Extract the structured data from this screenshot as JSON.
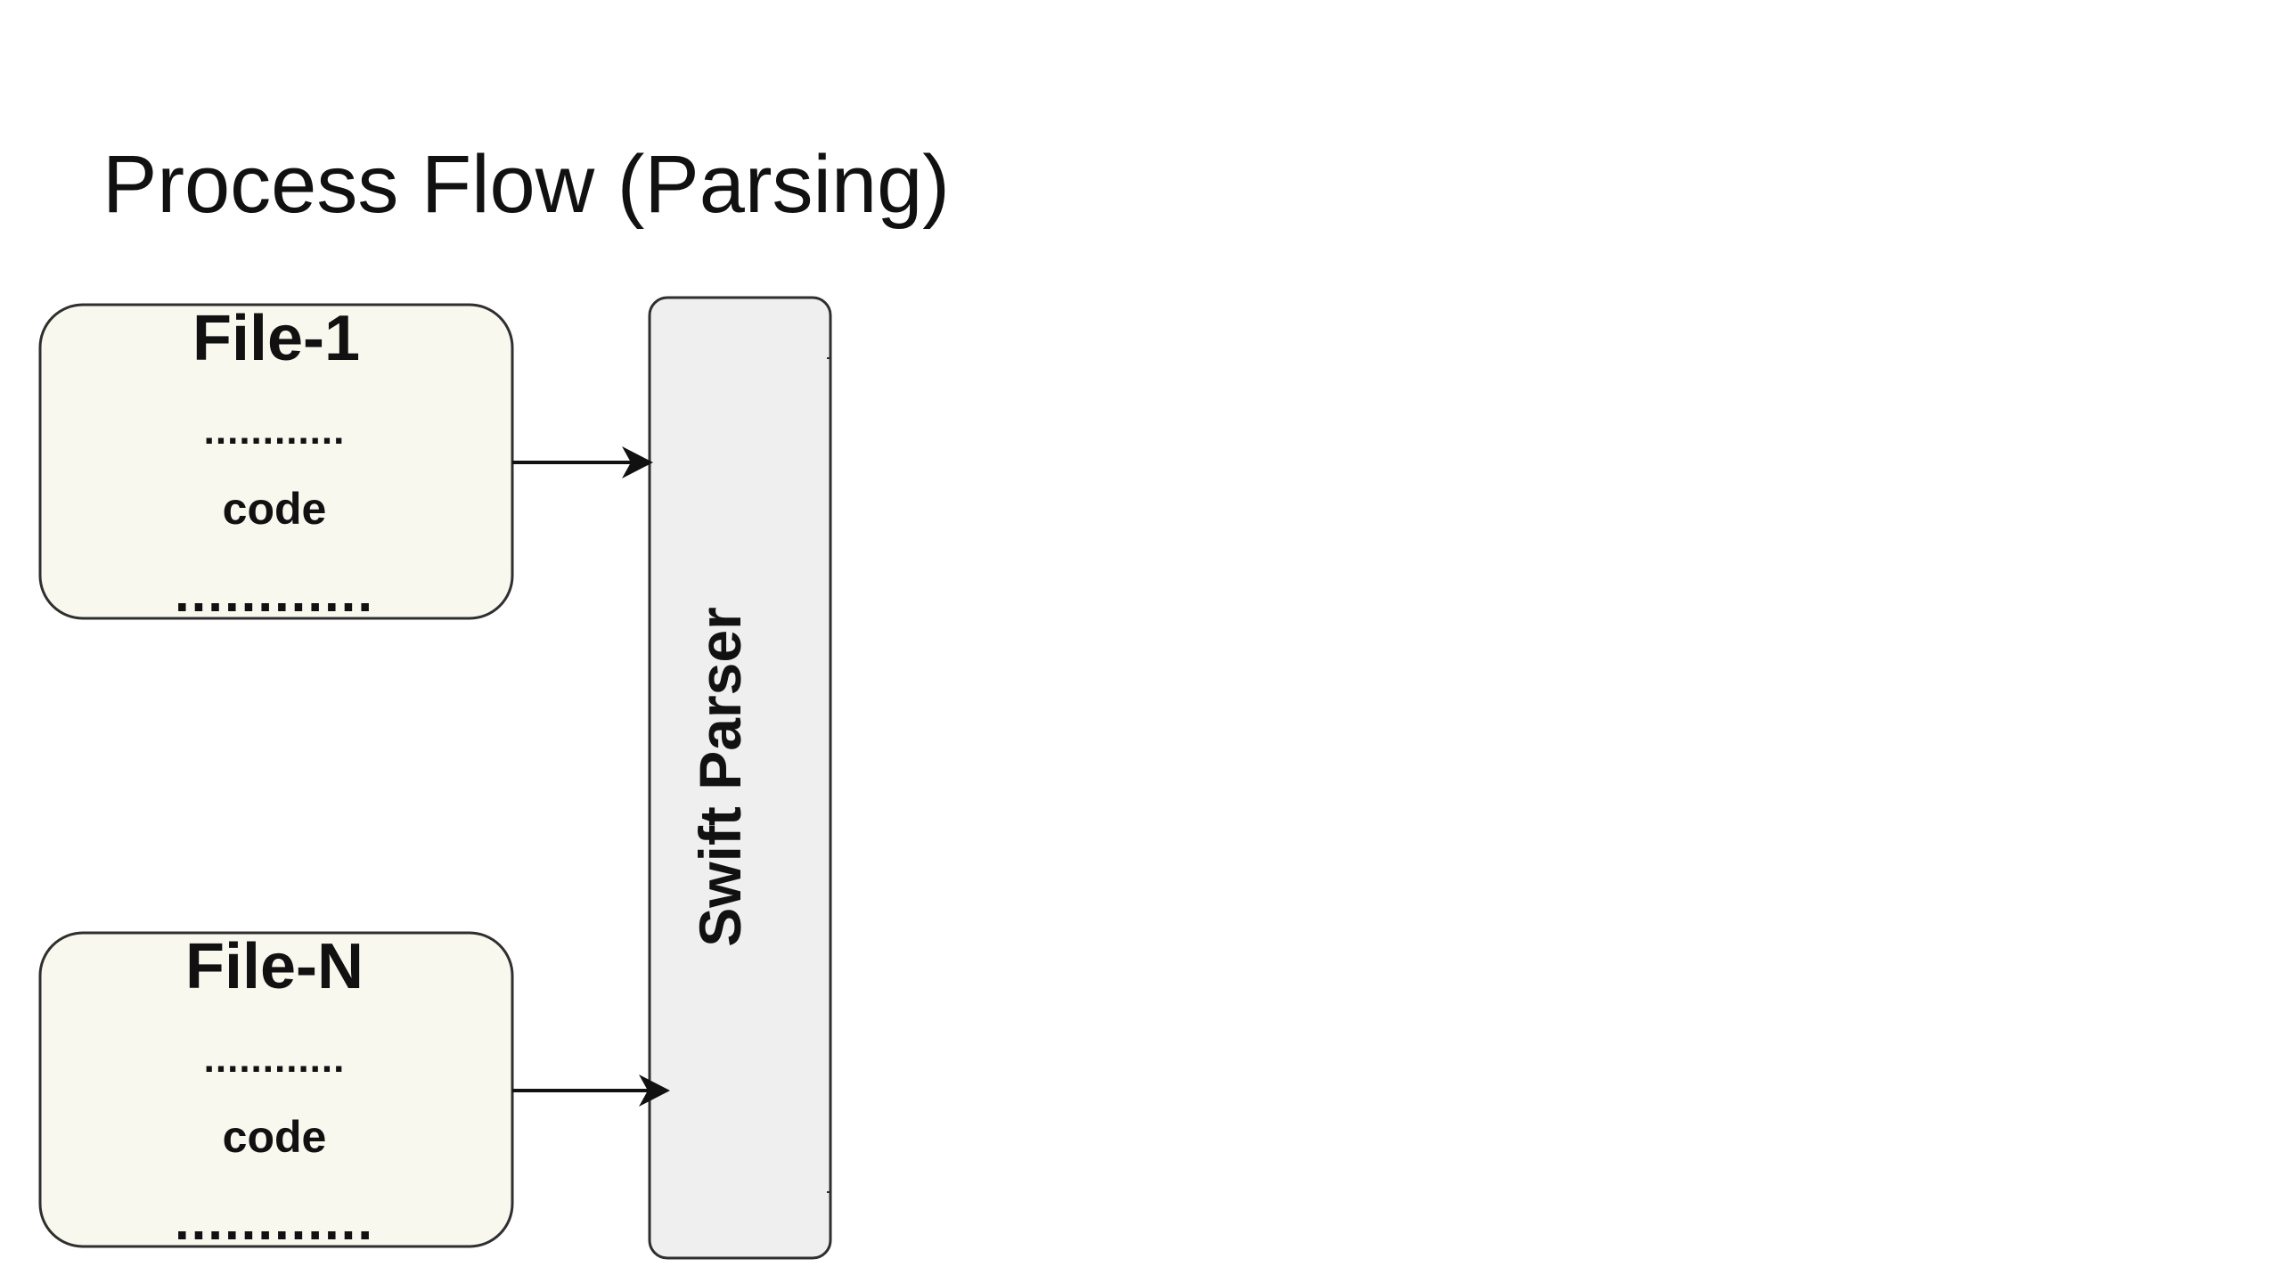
{
  "title": "Process Flow (Parsing)",
  "files": [
    {
      "name": "File-1",
      "dots_top": "............",
      "code_label": "code",
      "dots_bottom": "............"
    },
    {
      "name": "File-N",
      "dots_top": "............",
      "code_label": "code",
      "dots_bottom": "............"
    }
  ],
  "parser": {
    "label": "Swift Parser"
  },
  "colors": {
    "file_box_fill": "#f9f8ee",
    "parser_box_fill": "#efefef",
    "stroke": "#2f2f2f"
  }
}
